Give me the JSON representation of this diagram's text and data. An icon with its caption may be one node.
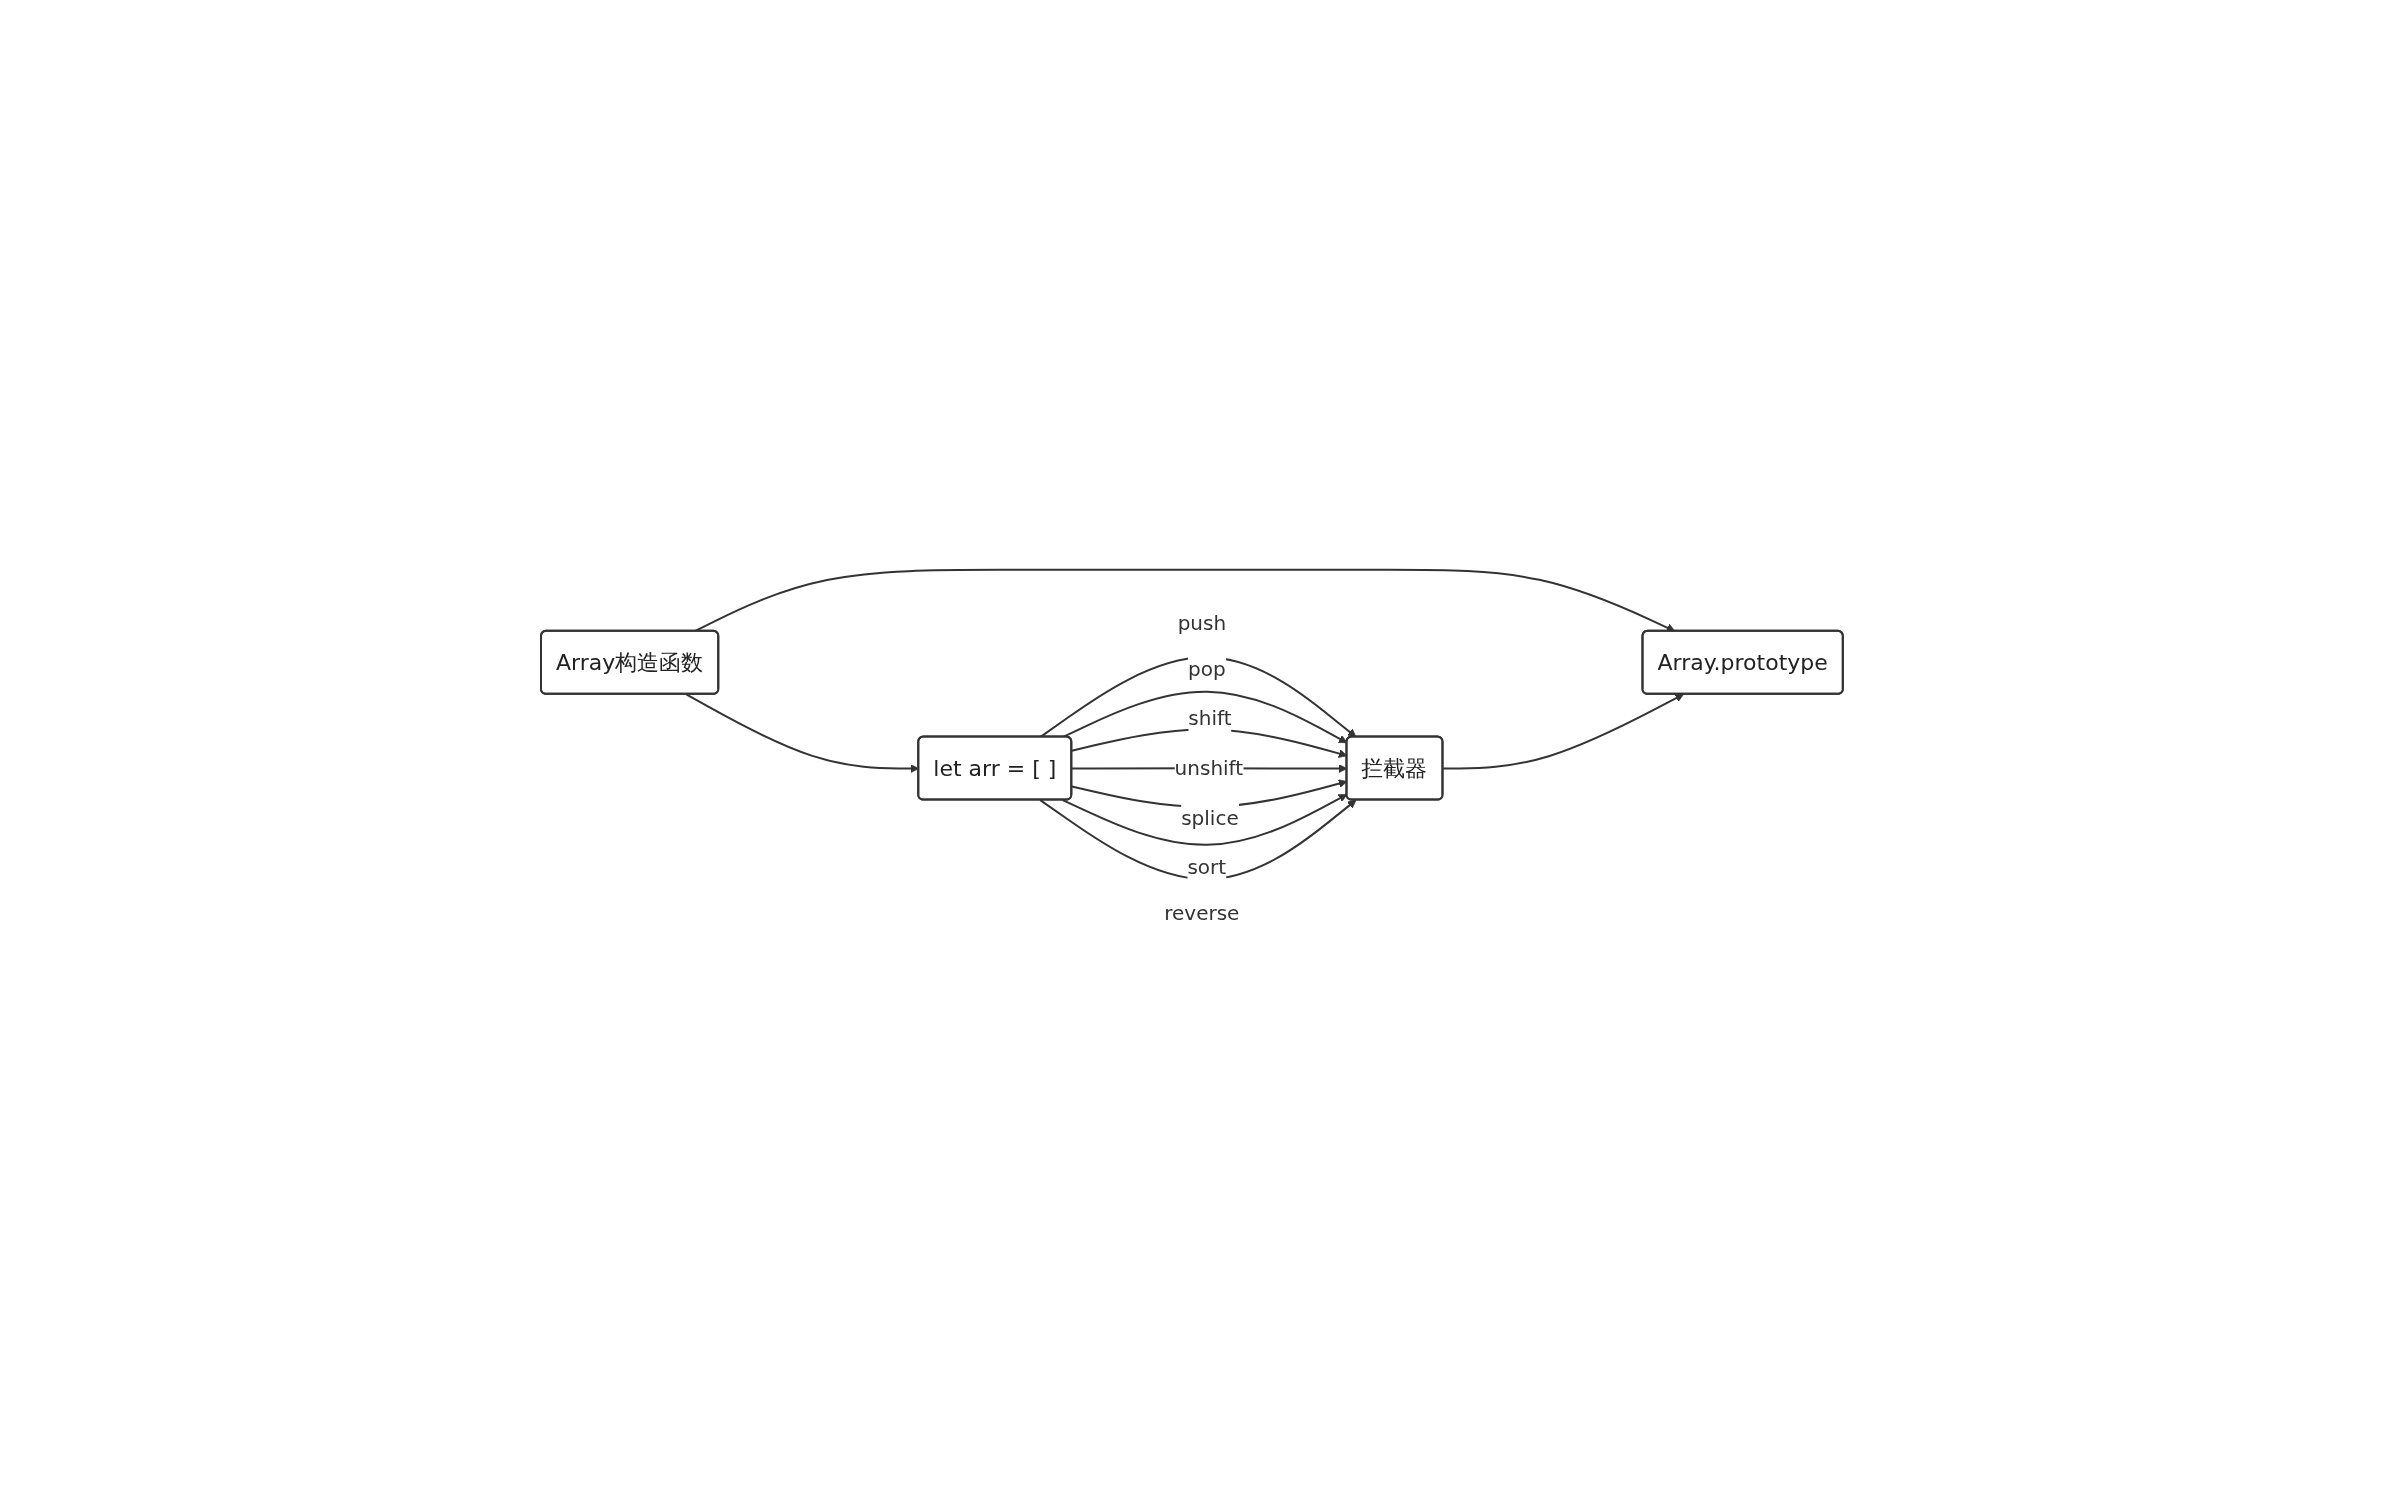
{
  "diagram": {
    "nodes": [
      {
        "text": [
          "Array构造函数"
        ]
      },
      {
        "text": [
          "Array.prototype"
        ]
      },
      {
        "text": [
          "拦截器"
        ]
      },
      {
        "text": [
          "let arr = [ ]"
        ]
      }
    ],
    "edges": [
      {
        "from": 0,
        "to": 1,
        "arrow": "to"
      },
      {
        "from": 0,
        "to": 3,
        "arrow": "to"
      },
      {
        "from": 2,
        "to": 1,
        "arrow": "to"
      },
      {
        "from": 3,
        "to": 2,
        "arrow": "to",
        "label": "push"
      },
      {
        "from": 3,
        "to": 2,
        "arrow": "to",
        "label": "pop"
      },
      {
        "from": 3,
        "to": 2,
        "arrow": "to",
        "label": "shift"
      },
      {
        "from": 3,
        "to": 2,
        "arrow": "to",
        "label": "unshift"
      },
      {
        "from": 3,
        "to": 2,
        "arrow": "to",
        "label": "splice"
      },
      {
        "from": 3,
        "to": 2,
        "arrow": "to",
        "label": "sort"
      },
      {
        "from": 3,
        "to": 2,
        "arrow": "to",
        "label": "reverse"
      }
    ]
  }
}
